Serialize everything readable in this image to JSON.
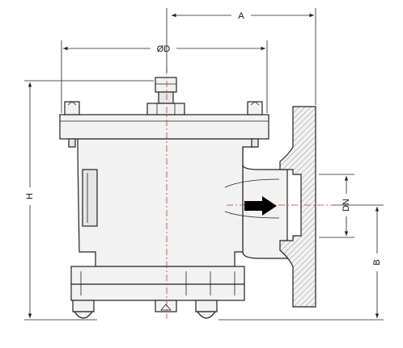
{
  "dimensions": {
    "a": "A",
    "d": "ØD",
    "h": "H",
    "dn": "DN",
    "b": "B"
  },
  "colors": {
    "outline": "#222222",
    "centerline": "#c0392b",
    "arrow": "#000000"
  }
}
